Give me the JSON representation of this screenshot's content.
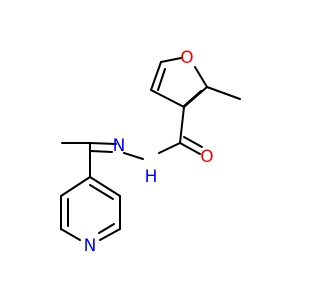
{
  "molecule": {
    "atoms": {
      "furan_oxygen": "O",
      "carbonyl_oxygen": "O",
      "hydrazone_n1": "N",
      "hydrazone_n2": "H",
      "pyridine_nitrogen": "N"
    }
  },
  "colors": {
    "oxygen": "#ff0000",
    "nitrogen": "#0000ff",
    "bond": "#000000",
    "background": "#ffffff"
  }
}
